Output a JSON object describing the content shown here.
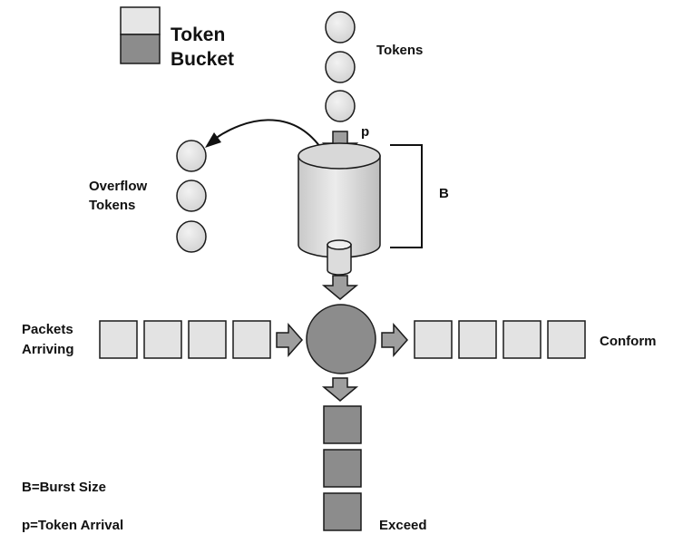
{
  "legend": {
    "line1": "Token",
    "line2": "Bucket"
  },
  "labels": {
    "tokens": "Tokens",
    "p": "p",
    "b": "B",
    "overflow_line1": "Overflow",
    "overflow_line2": "Tokens",
    "packets_line1": "Packets",
    "packets_line2": "Arriving",
    "conform": "Conform",
    "exceed": "Exceed",
    "burst_size": "B=Burst Size",
    "token_arrival": "p=Token Arrival"
  },
  "colors": {
    "light_fill": "#e3e3e3",
    "dark_fill": "#8c8c8c",
    "stroke": "#1a1a1a"
  }
}
